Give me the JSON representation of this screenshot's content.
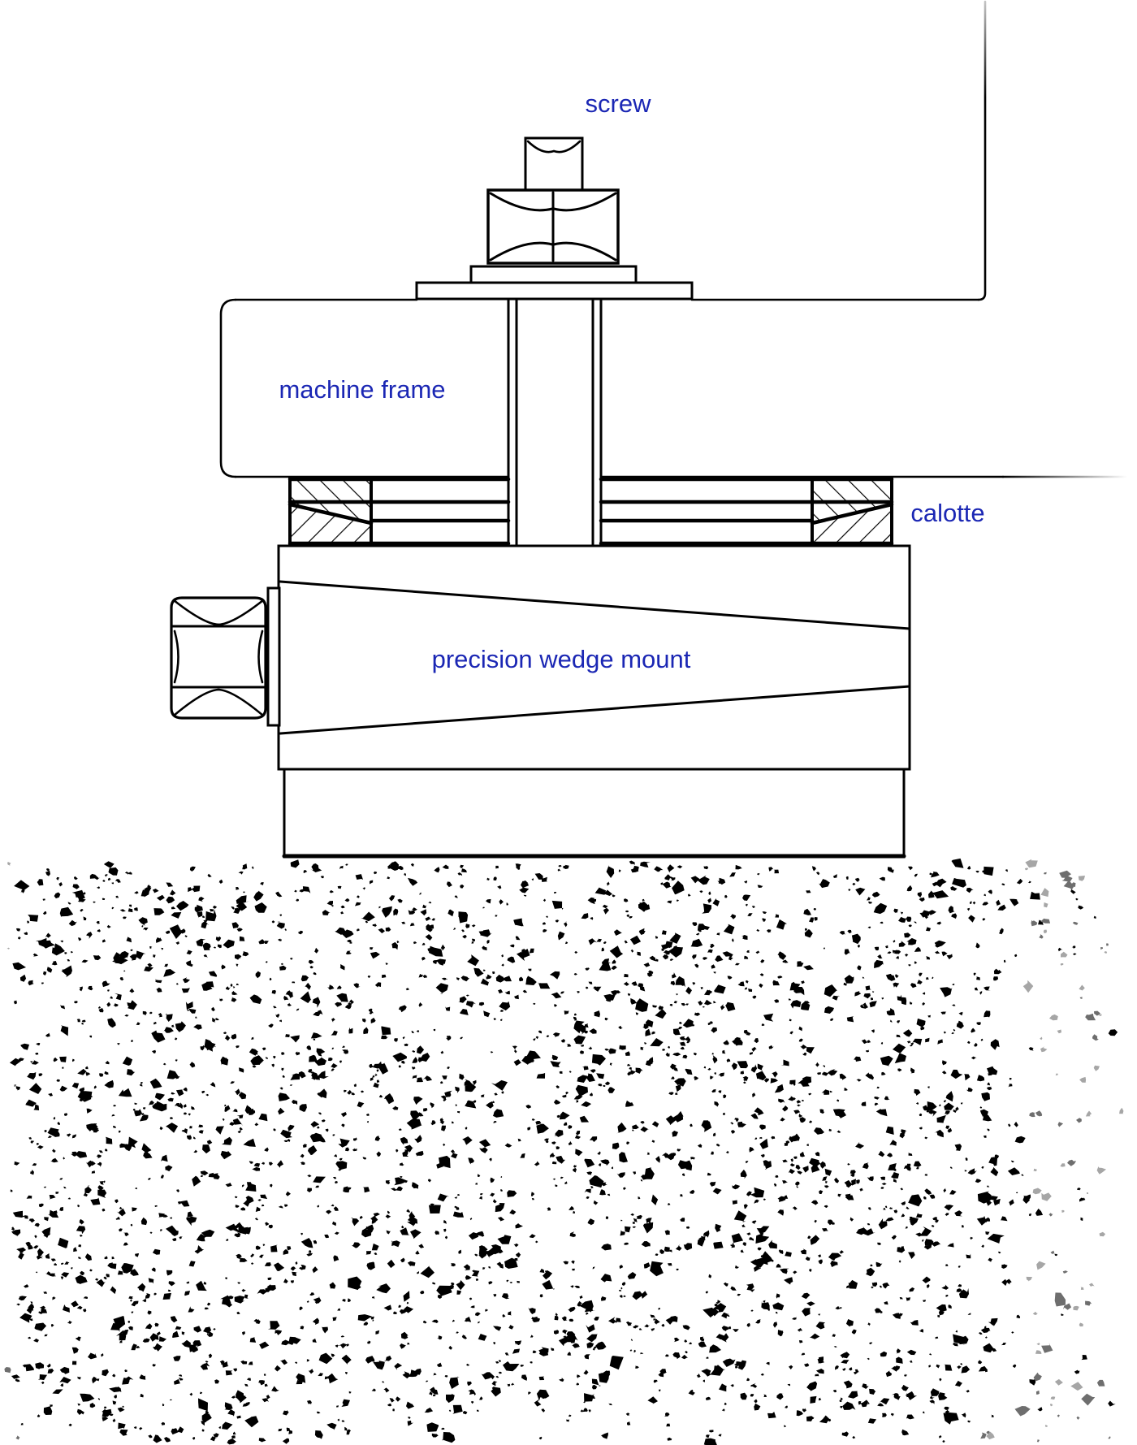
{
  "figure": {
    "labels": {
      "screw": "screw",
      "machine_frame": "machine frame",
      "calotte": "calotte",
      "wedge_mount": "precision wedge mount"
    },
    "colors": {
      "label_text": "#1b27b4",
      "line": "#000000",
      "background": "#ffffff"
    }
  }
}
